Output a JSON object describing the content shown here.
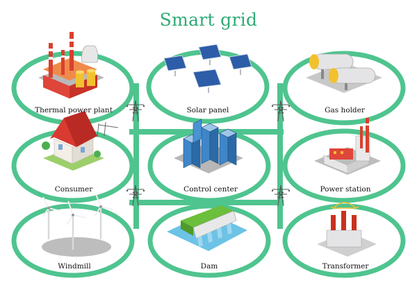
{
  "title": "Smart grid",
  "colors": {
    "title": "#2eaa76",
    "ring": "#4fc48f",
    "ring_fill": "#ffffff"
  },
  "nodes": [
    {
      "id": "thermal-power-plant",
      "label": "Thermal power plant",
      "icon": "thermal-plant-icon"
    },
    {
      "id": "solar-panel",
      "label": "Solar panel",
      "icon": "solar-panel-icon"
    },
    {
      "id": "gas-holder",
      "label": "Gas holder",
      "icon": "gas-holder-icon"
    },
    {
      "id": "consumer",
      "label": "Consumer",
      "icon": "house-icon"
    },
    {
      "id": "control-center",
      "label": "Control center",
      "icon": "server-rack-icon"
    },
    {
      "id": "power-station",
      "label": "Power station",
      "icon": "power-station-icon"
    },
    {
      "id": "windmill",
      "label": "Windmill",
      "icon": "wind-turbine-icon"
    },
    {
      "id": "dam",
      "label": "Dam",
      "icon": "dam-icon"
    },
    {
      "id": "transformer",
      "label": "Transformer",
      "icon": "transformer-icon"
    }
  ],
  "pylons": [
    "transmission-tower-icon",
    "transmission-tower-icon",
    "transmission-tower-icon",
    "transmission-tower-icon"
  ]
}
